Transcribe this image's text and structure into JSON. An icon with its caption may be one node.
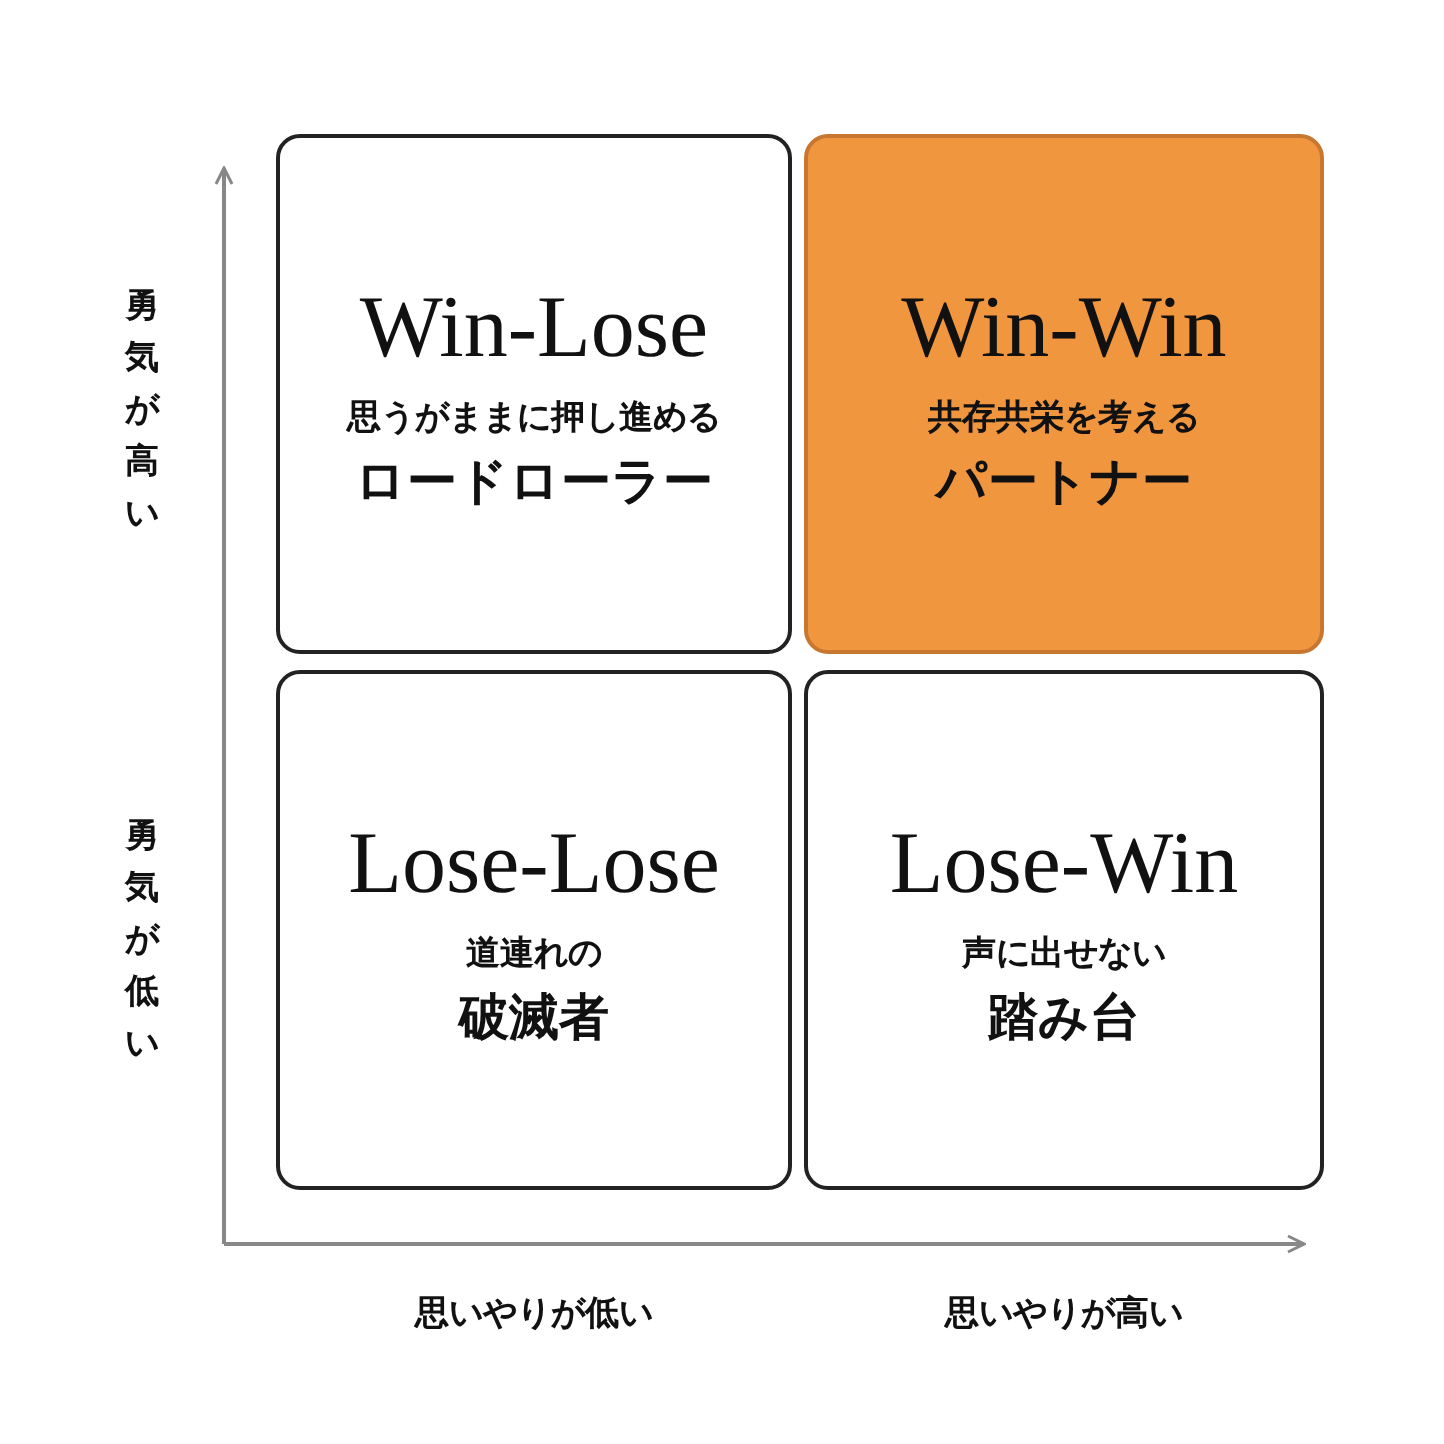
{
  "diagram": {
    "nodes": [
      {
        "text": [
          "Win-Lose",
          "思うがままに押し進める",
          "ロードローラー"
        ]
      },
      {
        "text": [
          "Win-Win",
          "共存共栄を考える",
          "パートナー"
        ]
      },
      {
        "text": [
          "Lose-Lose",
          "道連れの",
          "破滅者"
        ]
      },
      {
        "text": [
          "Lose-Win",
          "声に出せない",
          "踏み台"
        ]
      }
    ],
    "edges": [],
    "labels": [
      "勇気が高い",
      "勇気が低い",
      "思いやりが低い",
      "思いやりが高い"
    ]
  }
}
